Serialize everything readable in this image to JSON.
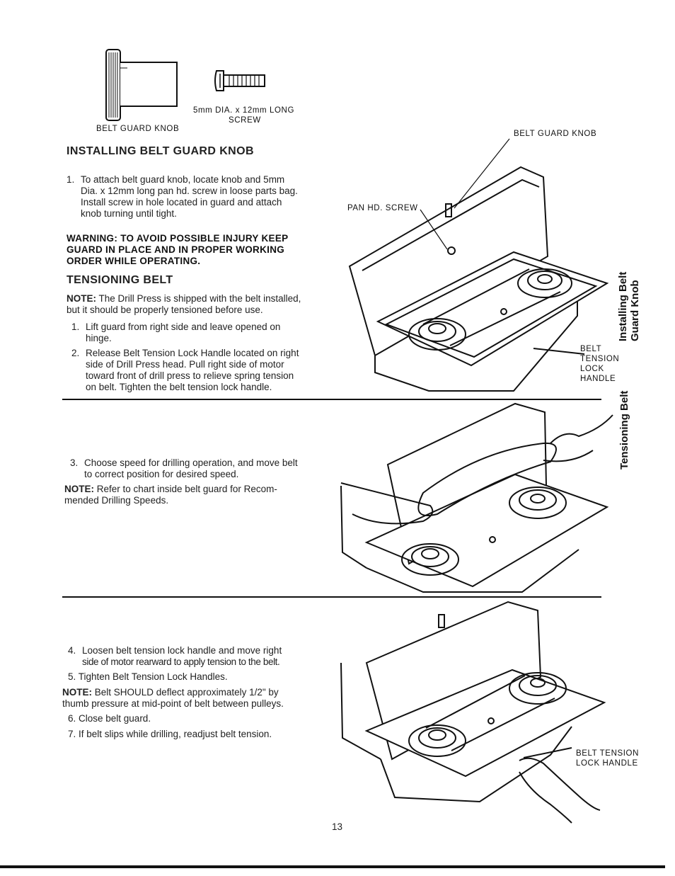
{
  "top_labels": {
    "belt_guard_knob": "BELT GUARD KNOB",
    "screw_line1": "5mm DIA. x 12mm LONG",
    "screw_line2": "SCREW"
  },
  "section1": {
    "title": "INSTALLING BELT GUARD KNOB",
    "step1_num": "1.",
    "step1_lines": [
      "To attach belt guard knob, locate knob and 5mm",
      "Dia. x 12mm long pan hd. screw in loose parts bag.",
      "Install screw in hole located in guard and attach",
      "knob turning until tight."
    ],
    "warning_lines": [
      "WARNING: TO AVOID POSSIBLE INJURY KEEP",
      "GUARD IN PLACE AND IN PROPER WORKING",
      "ORDER WHILE OPERATING."
    ]
  },
  "section2": {
    "title": "TENSIONING BELT",
    "note_label": "NOTE:",
    "note_lines": [
      " The Drill Press is shipped with the belt installed,",
      "but it should be properly tensioned before use."
    ],
    "step1_num": "1.",
    "step1_lines": [
      "Lift guard from right side and leave opened on",
      "hinge."
    ],
    "step2_num": "2.",
    "step2_lines": [
      "Release Belt Tension Lock Handle located on right",
      "side of Drill Press head. Pull right side of motor",
      "toward front of drill press to relieve spring tension",
      "on belt. Tighten the belt tension lock handle."
    ]
  },
  "section3": {
    "step3_num": "3.",
    "step3_lines": [
      "Choose speed for drilling operation, and move belt",
      "to correct position for desired speed."
    ],
    "note_label": "NOTE:",
    "note_lines": [
      " Refer to chart inside belt guard for Recom-",
      "mended Drilling Speeds."
    ]
  },
  "section4": {
    "step4_num": "4.",
    "step4_lines": [
      "Loosen belt tension lock handle and move right",
      "side of motor rearward to apply tension to the belt."
    ],
    "step5": "5.  Tighten Belt Tension Lock Handles.",
    "note_label": "NOTE:",
    "note_lines": [
      " Belt SHOULD deflect approximately 1/2\" by",
      "thumb pressure at mid-point of belt between pulleys."
    ],
    "step6": "6.  Close belt guard.",
    "step7": "7.  If belt slips while drilling, readjust belt tension."
  },
  "fig1": {
    "belt_guard_knob": "BELT GUARD KNOB",
    "pan_hd_screw": "PAN HD. SCREW",
    "lock_lines": [
      "BELT",
      "TENSION",
      "LOCK",
      "HANDLE"
    ]
  },
  "fig3": {
    "lock_lines": [
      "BELT TENSION",
      "LOCK HANDLE"
    ]
  },
  "side_tabs": {
    "tab1_line1": "Installing Belt",
    "tab1_line2": "Guard Knob",
    "tab2": "Tensioning Belt"
  },
  "page_number": "13"
}
